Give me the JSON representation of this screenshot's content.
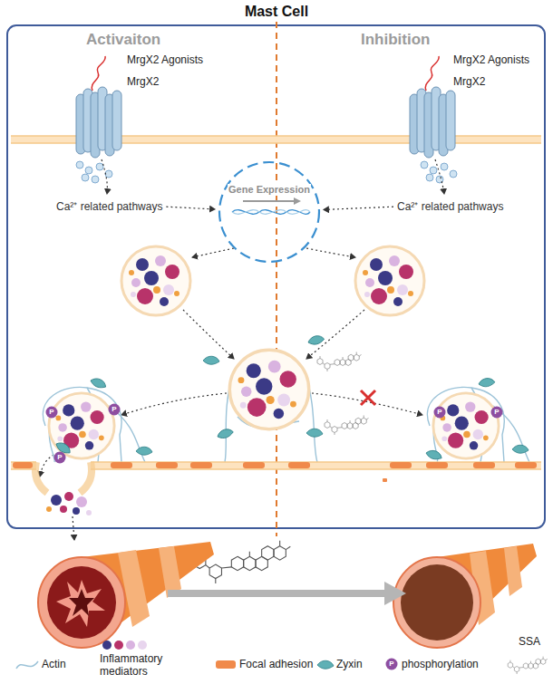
{
  "diagram": {
    "title": "Mast Cell",
    "nodes": [
      {
        "text": [
          "Ca²⁺ related pathways"
        ]
      },
      {
        "text": [
          "Gene Expression"
        ]
      },
      {
        "text": [
          "Ca²⁺ related pathways"
        ]
      }
    ],
    "edges": [
      {
        "from": 0,
        "to": 1,
        "arrow": "to"
      },
      {
        "from": 2,
        "to": 1,
        "arrow": "to"
      }
    ],
    "labels": [
      "Activaiton",
      "Inhibition",
      "MrgX2 Agonists",
      "MrgX2",
      "MrgX2 Agonists",
      "MrgX2",
      "P",
      "P",
      "P",
      "P",
      "P",
      "P"
    ],
    "legend": [
      {
        "text": "Actin"
      },
      {
        "text": "Inflammatory mediators"
      },
      {
        "text": "Focal adhesion",
        "color": "#f08a4b"
      },
      {
        "text": "Zyxin"
      },
      {
        "text": "phosphorylation"
      },
      {
        "text": "SSA"
      }
    ]
  }
}
